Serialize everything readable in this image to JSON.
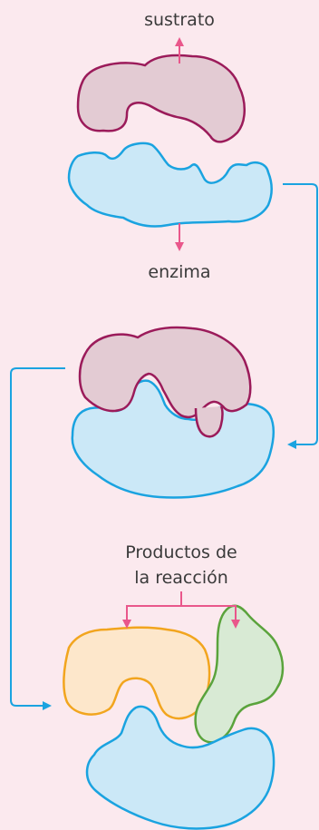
{
  "labels": {
    "substrate": "sustrato",
    "enzyme": "enzima",
    "products_line1": "Productos de",
    "products_line2": "la reacción"
  },
  "colors": {
    "background": "#fbe9ee",
    "substrate_fill": "#e3cbd3",
    "substrate_stroke": "#9b1b5a",
    "enzyme_fill": "#cbe8f7",
    "enzyme_stroke": "#1aa3e0",
    "product1_fill": "#fde7cb",
    "product1_stroke": "#f2a51e",
    "product2_fill": "#d8ead4",
    "product2_stroke": "#5aa33c",
    "pink_arrow": "#e9578b",
    "blue_arrow": "#1aa3e0"
  }
}
